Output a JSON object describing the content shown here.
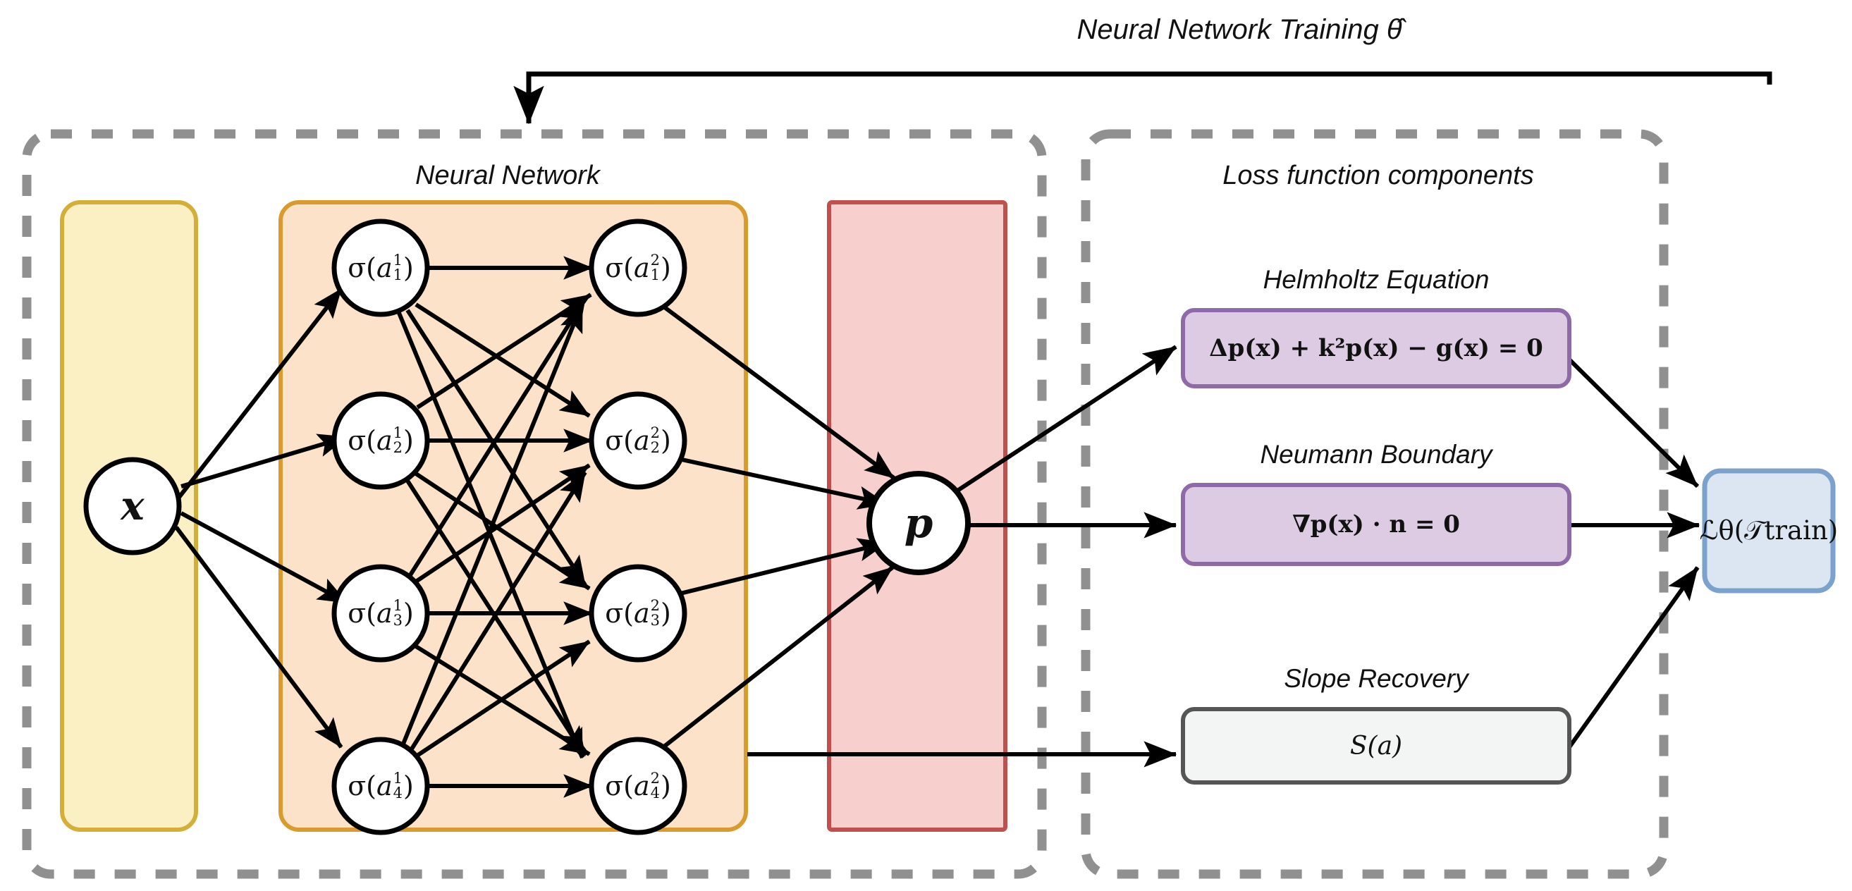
{
  "diagram": {
    "title": "Neural Network Training  θ̂",
    "title_symbol": "θ̂",
    "groups": {
      "network": {
        "label": "Neural Network"
      },
      "loss": {
        "label": "Loss function components"
      }
    },
    "layers": {
      "input": {
        "panel_color": "#FBF0C4",
        "panel_border": "#D4AF37",
        "node": "x"
      },
      "hidden": {
        "panel_color": "#FBE2C8",
        "panel_border": "#D99B2E",
        "layer1": [
          "σ(a₁¹)",
          "σ(a₂¹)",
          "σ(a₃¹)",
          "σ(a₄¹)"
        ],
        "layer2": [
          "σ(a₁²)",
          "σ(a₂²)",
          "σ(a₃²)",
          "σ(a₄²)"
        ],
        "l1_base": [
          "a",
          "a",
          "a",
          "a"
        ],
        "l1_sub": [
          "1",
          "2",
          "3",
          "4"
        ],
        "l1_sup": [
          "1",
          "1",
          "1",
          "1"
        ],
        "l2_sub": [
          "1",
          "2",
          "3",
          "4"
        ],
        "l2_sup": [
          "2",
          "2",
          "2",
          "2"
        ]
      },
      "output": {
        "panel_color": "#F7CFCD",
        "panel_border": "#C0504D",
        "node": "p"
      }
    },
    "loss_terms": [
      {
        "name": "helmholtz",
        "caption": "Helmholtz Equation",
        "equation": "Δp(x) + k²p(x) − g(x) = 0",
        "fill": "#DCCBE3",
        "stroke": "#8E6BA8"
      },
      {
        "name": "neumann",
        "caption": "Neumann Boundary",
        "equation": "∇p(x) · n = 0",
        "fill": "#DCCBE3",
        "stroke": "#8E6BA8"
      },
      {
        "name": "slope-recovery",
        "caption": "Slope Recovery",
        "equation": "S(a)",
        "fill": "#F2F5F3",
        "stroke": "#555555"
      }
    ],
    "loss_output": {
      "label": "ℒθ(𝒯train)",
      "fill": "#DCE6F3",
      "stroke": "#7BA2CC"
    },
    "colors": {
      "dashed_border": "#909090",
      "arrow": "#000000",
      "node_fill": "#FFFFFF",
      "node_stroke": "#000000"
    }
  }
}
